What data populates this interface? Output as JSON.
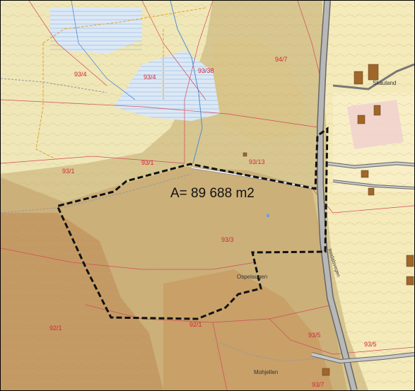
{
  "map": {
    "area_annotation": "A= 89 688 m2",
    "parcel_labels": [
      "93/4",
      "93/4",
      "93/38",
      "94/7",
      "93/1",
      "93/1",
      "93/13",
      "93/3",
      "92/1",
      "92/1",
      "93/5",
      "93/5",
      "93/7"
    ],
    "place_labels": [
      "Skauland",
      "Ospelaugen",
      "Mohjellen"
    ],
    "road_label": "Inndalsvegen"
  }
}
